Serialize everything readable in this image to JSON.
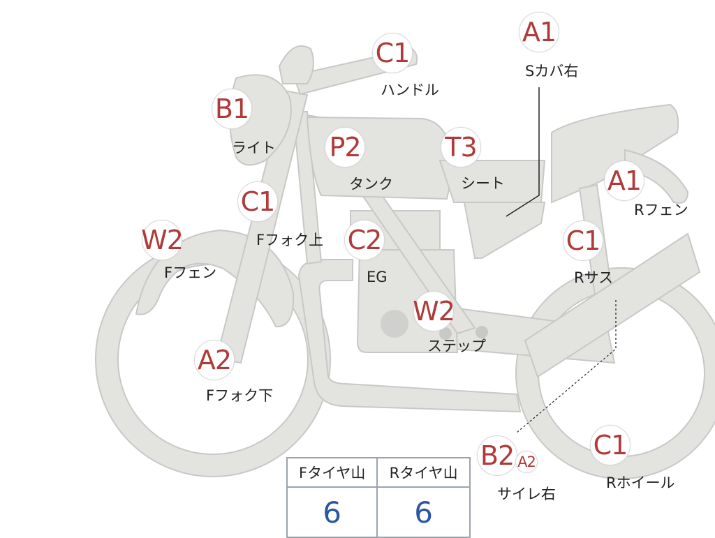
{
  "parts": [
    {
      "id": "c1-handle",
      "code": "C1",
      "label": "ハンドル"
    },
    {
      "id": "a1-scover",
      "code": "A1",
      "label": "Sカバ右"
    },
    {
      "id": "b1-light",
      "code": "B1",
      "label": "ライト"
    },
    {
      "id": "p2-tank",
      "code": "P2",
      "label": "タンク"
    },
    {
      "id": "t3-seat",
      "code": "T3",
      "label": "シート"
    },
    {
      "id": "a1-rfender",
      "code": "A1",
      "label": "Rフェン"
    },
    {
      "id": "c1-ffork-upper",
      "code": "C1",
      "label": "Fフォク上"
    },
    {
      "id": "c2-eg",
      "code": "C2",
      "label": "EG"
    },
    {
      "id": "c1-rsus",
      "code": "C1",
      "label": "Rサス"
    },
    {
      "id": "w2-ffender",
      "code": "W2",
      "label": "Fフェン"
    },
    {
      "id": "w2-step",
      "code": "W2",
      "label": "ステップ"
    },
    {
      "id": "a2-ffork-lower",
      "code": "A2",
      "label": "Fフォク下"
    },
    {
      "id": "b2-silencer",
      "code": "B2",
      "label": "サイレ右"
    },
    {
      "id": "a2-silencer",
      "code": "A2",
      "label": ""
    },
    {
      "id": "c1-rwheel",
      "code": "C1",
      "label": "Rホイール"
    }
  ],
  "tire_table": {
    "headers": [
      "Fタイヤ山",
      "Rタイヤ山"
    ],
    "values": [
      "6",
      "6"
    ]
  },
  "colors": {
    "code_red": "#b03a3a",
    "tire_value_blue": "#2a56a6",
    "bike_fill": "#e3e3e0",
    "bike_outline": "#c8c8c6"
  }
}
